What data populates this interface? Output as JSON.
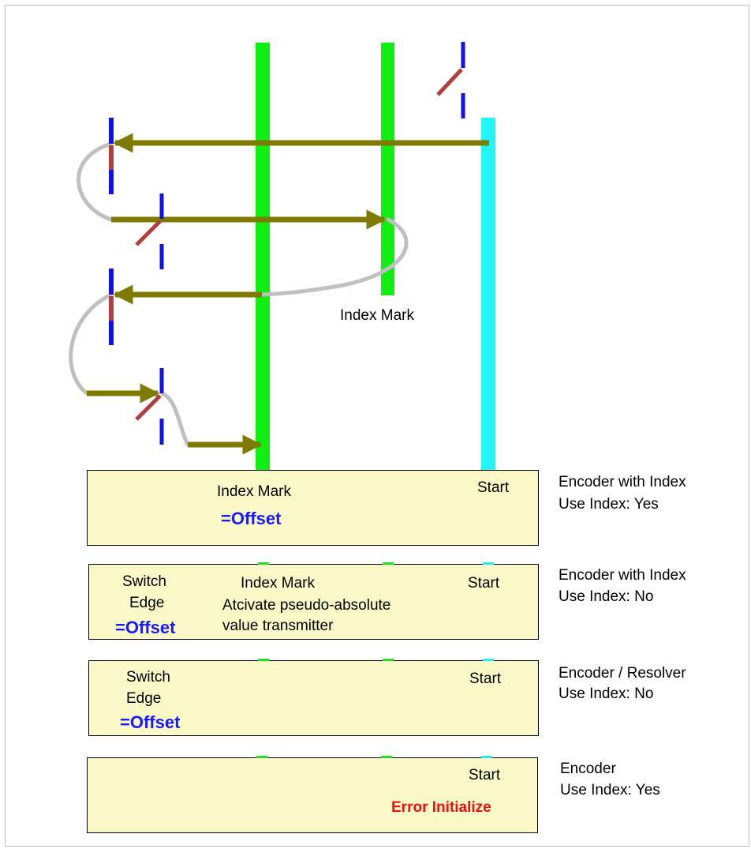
{
  "diagram": {
    "top_label": "Index Mark",
    "colors": {
      "index_bar": "#11ee11",
      "start_bar": "#22f5f5",
      "arrow": "#7f7a00",
      "switch_blue": "#1111ee",
      "switch_red": "#b04040",
      "path": "#c0c0c0",
      "box_fill": "#fbf8c8",
      "offset_text": "#1a1aff",
      "error_text": "#ee1111"
    }
  },
  "panels": [
    {
      "index_label": "Index Mark",
      "offset": "=Offset",
      "start": "Start",
      "side_line1": "Encoder with Index",
      "side_line2": "Use Index: Yes"
    },
    {
      "switch_line1": "Switch",
      "switch_line2": "Edge",
      "offset": "=Offset",
      "index_label": "Index Mark",
      "note_line1": "Atcivate pseudo-absolute",
      "note_line2": "value transmitter",
      "start": "Start",
      "side_line1": "Encoder with Index",
      "side_line2": "Use Index: No"
    },
    {
      "switch_line1": "Switch",
      "switch_line2": "Edge",
      "offset": "=Offset",
      "start": "Start",
      "side_line1": "Encoder / Resolver",
      "side_line2": "Use Index: No"
    },
    {
      "start": "Start",
      "error": "Error Initialize",
      "side_line1": "Encoder",
      "side_line2": "Use Index: Yes"
    }
  ]
}
